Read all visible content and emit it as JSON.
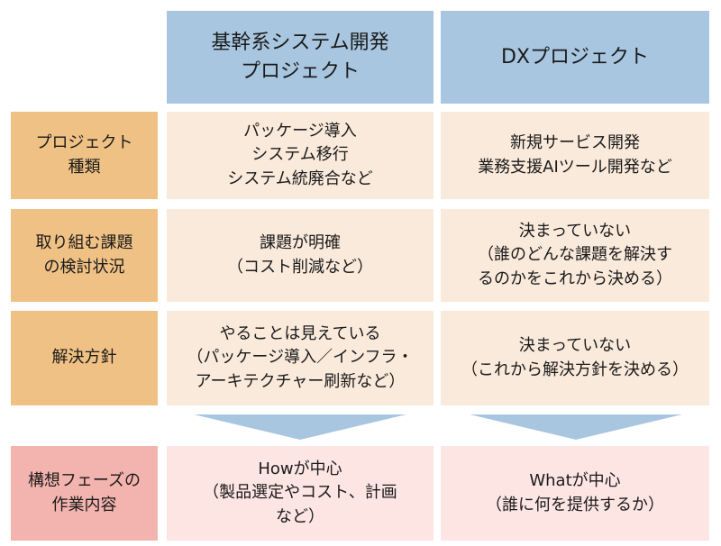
{
  "columns": [
    {
      "lines": [
        "基幹系システム開発",
        "プロジェクト"
      ]
    },
    {
      "lines": [
        "DXプロジェクト"
      ]
    }
  ],
  "rows": [
    {
      "label": [
        "プロジェクト",
        "種類"
      ],
      "cells": [
        [
          "パッケージ導入",
          "システム移行",
          "システム統廃合など"
        ],
        [
          "新規サービス開発",
          "業務支援AIツール開発など"
        ]
      ]
    },
    {
      "label": [
        "取り組む課題",
        "の検討状況"
      ],
      "cells": [
        [
          "課題が明確",
          "（コスト削減など）"
        ],
        [
          "決まっていない",
          "（誰のどんな課題を解決す",
          "るのかをこれから決める）"
        ]
      ]
    },
    {
      "label": [
        "解決方針"
      ],
      "cells": [
        [
          "やることは見えている",
          "（パッケージ導入／インフラ・",
          "アーキテクチャー刷新など）"
        ],
        [
          "決まっていない",
          "（これから解決方針を決める）"
        ]
      ]
    }
  ],
  "result_row": {
    "label": [
      "構想フェーズの",
      "作業内容"
    ],
    "cells": [
      [
        "Howが中心",
        "（製品選定やコスト、計画",
        "など）"
      ],
      [
        "Whatが中心",
        "（誰に何を提供するか）"
      ]
    ]
  },
  "colors": {
    "header": "#a8c6e0",
    "label": "#f0c184",
    "cell": "#faeadb",
    "result_label": "#f3b3ae",
    "result_cell": "#fde5e3",
    "arrow": "#a8c6e0"
  }
}
